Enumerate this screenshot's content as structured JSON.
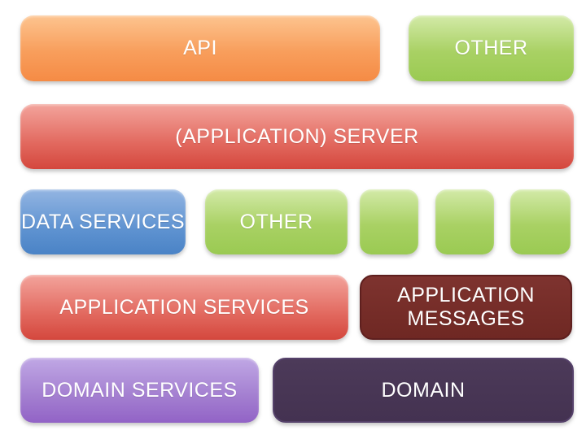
{
  "diagram": {
    "description": "Application architecture layers block diagram",
    "background_color": "#ffffff",
    "text_color": "#ffffff",
    "boxes": {
      "api": {
        "label": "API",
        "color_top": "#fdc48f",
        "color_bottom": "#f58b45",
        "color_name": "orange"
      },
      "other_top": {
        "label": "OTHER",
        "color_top": "#d3eaa8",
        "color_bottom": "#9aca52",
        "color_name": "green"
      },
      "application_server": {
        "label": "(APPLICATION) SERVER",
        "color_top": "#f3a49c",
        "color_bottom": "#d4473d",
        "color_name": "red"
      },
      "data_services": {
        "label": "DATA SERVICES",
        "color_top": "#93b5e2",
        "color_bottom": "#4a83c6",
        "color_name": "blue"
      },
      "other_middle": {
        "label": "OTHER",
        "color_top": "#d3eaa8",
        "color_bottom": "#9aca52",
        "color_name": "green"
      },
      "placeholder_1": {
        "label": "",
        "color_top": "#d3eaa8",
        "color_bottom": "#9aca52",
        "color_name": "green"
      },
      "placeholder_2": {
        "label": "",
        "color_top": "#d3eaa8",
        "color_bottom": "#9aca52",
        "color_name": "green"
      },
      "placeholder_3": {
        "label": "",
        "color_top": "#d3eaa8",
        "color_bottom": "#9aca52",
        "color_name": "green"
      },
      "application_services": {
        "label": "APPLICATION SERVICES",
        "color_top": "#f3a49c",
        "color_bottom": "#d4473d",
        "color_name": "red"
      },
      "application_messages": {
        "label": "APPLICATION MESSAGES",
        "color_top": "#7e332f",
        "color_bottom": "#6f2823",
        "border_color": "#5e1f1e",
        "color_name": "maroon"
      },
      "domain_services": {
        "label": "DOMAIN SERVICES",
        "color_top": "#c0a8e5",
        "color_bottom": "#9263c6",
        "color_name": "purple"
      },
      "domain": {
        "label": "DOMAIN",
        "color_top": "#4c3a59",
        "color_bottom": "#443251",
        "border_color": "#55416a",
        "color_name": "dark-purple"
      }
    }
  }
}
